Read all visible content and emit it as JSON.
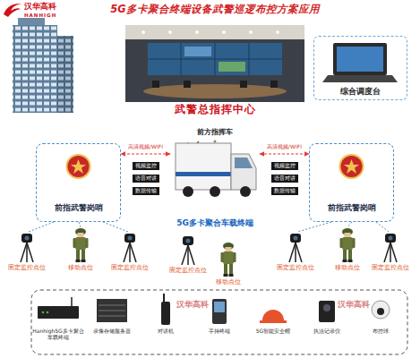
{
  "diagram": {
    "title": "5G多卡聚合终端设备武警巡逻布控方案应用",
    "nodes": [
      {
        "text": [
          "武警总指挥中心"
        ]
      },
      {
        "text": [
          "综合调度台"
        ]
      },
      {
        "text": [
          "前指武警岗哨"
        ]
      },
      {
        "text": [
          "前方指挥车",
          "5G多卡聚合车载终端"
        ]
      },
      {
        "text": [
          "前指武警岗哨"
        ]
      }
    ],
    "edges": [
      {
        "from": 3,
        "to": 2,
        "arrow": "both",
        "label": "高清视频/WIFI"
      },
      {
        "from": 3,
        "to": 4,
        "arrow": "both",
        "label": "高清视频/WIFI"
      }
    ],
    "labels": [
      "汉华高科",
      "HANHIGH",
      "视频监控",
      "语音对讲",
      "数据传输",
      "视频监控",
      "语音对讲",
      "数据传输",
      "固定监控点位",
      "移动点位",
      "固定监控点位",
      "固定监控点位",
      "移动点位",
      "固定监控点位",
      "移动点位",
      "固定监控点位",
      "Hanhigh5G多卡聚合车载终端",
      "录像存储服务器",
      "对讲机",
      "手持终端",
      "5G智能安全帽",
      "执法记录仪",
      "布控球",
      "汉华高科",
      "汉华高科"
    ]
  }
}
